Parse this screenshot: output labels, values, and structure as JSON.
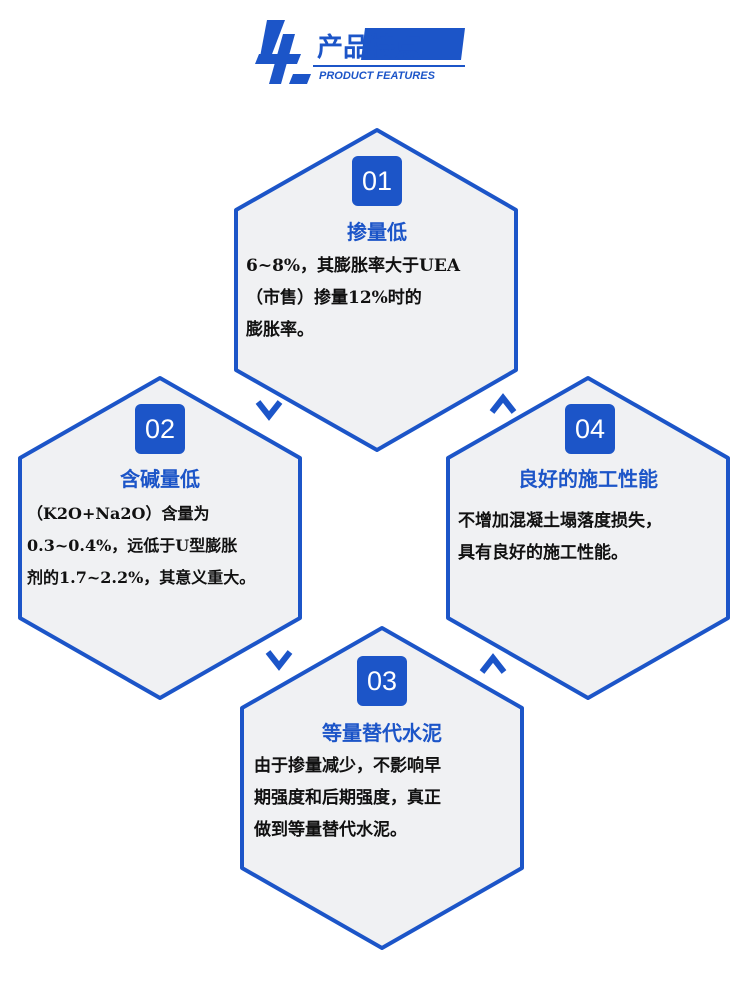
{
  "header": {
    "number": "4",
    "title": "产品特点",
    "subtitle": "PRODUCT FEATURES"
  },
  "colors": {
    "accent": "#1c55c8",
    "hex_fill": "#f0f1f3",
    "hex_stroke": "#1c55c8"
  },
  "features": [
    {
      "number": "01",
      "title": "掺量低",
      "text": "6~8%，其膨胀率大于UEA\n（市售）掺量12%时的\n膨胀率。"
    },
    {
      "number": "02",
      "title": "含碱量低",
      "text": "（K2O+Na2O）含量为\n0.3~0.4%，远低于U型膨胀\n剂的1.7~2.2%，其意义重大。"
    },
    {
      "number": "03",
      "title": "等量替代水泥",
      "text": "由于掺量减少，不影响早\n期强度和后期强度，真正\n做到等量替代水泥。"
    },
    {
      "number": "04",
      "title": "良好的施工性能",
      "text": "不增加混凝土塌落度损失，\n具有良好的施工性能。"
    }
  ]
}
